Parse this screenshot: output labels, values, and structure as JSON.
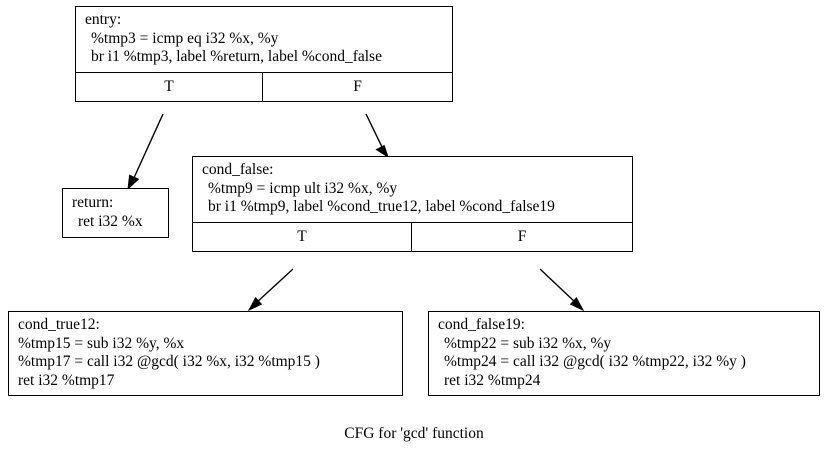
{
  "diagram": {
    "caption": "CFG for 'gcd' function",
    "stroke_color": "#000000",
    "background_color": "#ffffff",
    "nodes": {
      "entry": {
        "label": "entry:",
        "lines": [
          "%tmp3 = icmp eq i32 %x, %y",
          "br i1 %tmp3, label %return, label %cond_false"
        ],
        "ports": {
          "true": "T",
          "false": "F"
        }
      },
      "return": {
        "label": "return:",
        "lines": [
          "ret i32 %x"
        ]
      },
      "cond_false": {
        "label": "cond_false:",
        "lines": [
          "%tmp9 = icmp ult i32 %x, %y",
          "br i1 %tmp9, label %cond_true12, label %cond_false19"
        ],
        "ports": {
          "true": "T",
          "false": "F"
        }
      },
      "cond_true12": {
        "label": "cond_true12:",
        "lines": [
          "%tmp15 = sub i32 %y, %x",
          "%tmp17 = call i32 @gcd( i32 %x, i32 %tmp15 )",
          "ret i32 %tmp17"
        ]
      },
      "cond_false19": {
        "label": "cond_false19:",
        "lines": [
          "%tmp22 = sub i32 %x, %y",
          "%tmp24 = call i32 @gcd( i32 %tmp22, i32 %y )",
          "ret i32 %tmp24"
        ]
      }
    },
    "edges": [
      {
        "from": "entry:T",
        "to": "return"
      },
      {
        "from": "entry:F",
        "to": "cond_false"
      },
      {
        "from": "cond_false:T",
        "to": "cond_true12"
      },
      {
        "from": "cond_false:F",
        "to": "cond_false19"
      }
    ]
  }
}
